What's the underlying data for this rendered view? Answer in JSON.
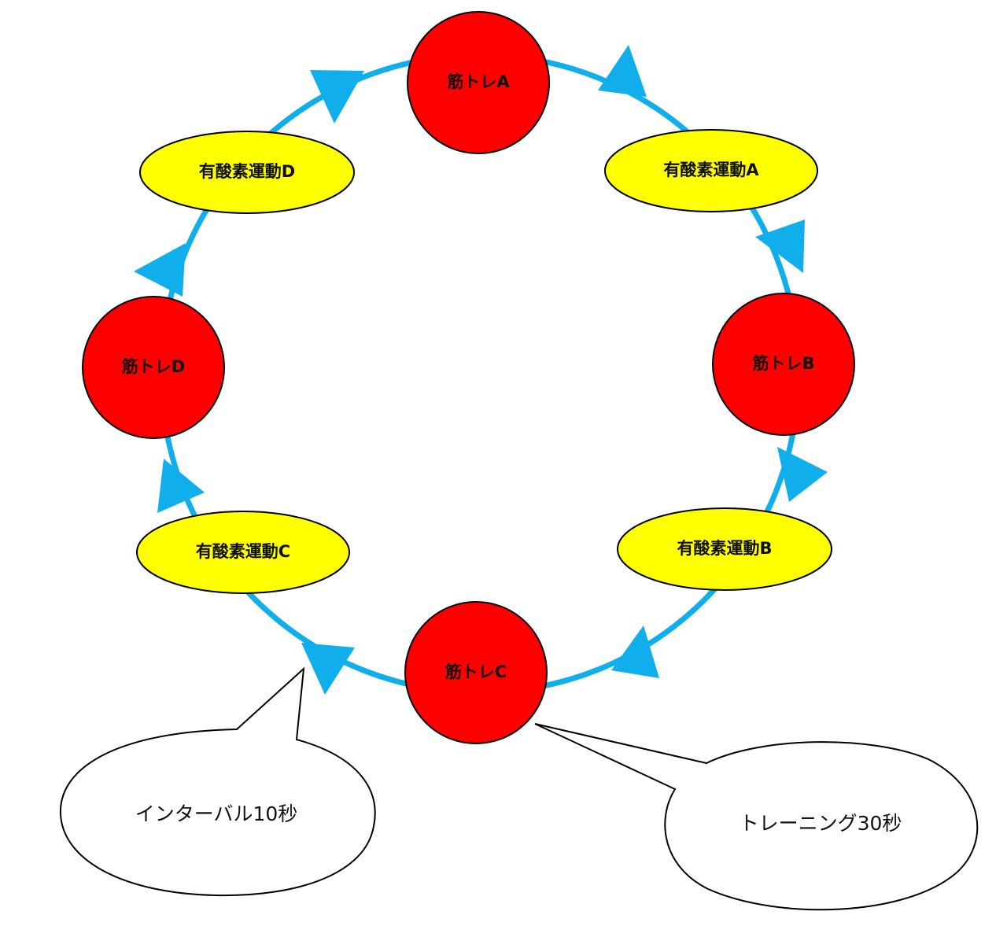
{
  "colors": {
    "ring": "#10aeea",
    "strength": "#ff0000",
    "cardio": "#ffff00",
    "outline": "#000000",
    "callout_fill": "#ffffff"
  },
  "nodes": {
    "strength_a": "筋トレA",
    "cardio_a": "有酸素運動A",
    "strength_b": "筋トレB",
    "cardio_b": "有酸素運動B",
    "strength_c": "筋トレC",
    "cardio_c": "有酸素運動C",
    "strength_d": "筋トレD",
    "cardio_d": "有酸素運動D"
  },
  "callouts": {
    "interval": "インターバル10秒",
    "training": "トレーニング30秒"
  },
  "flow_direction": "clockwise"
}
